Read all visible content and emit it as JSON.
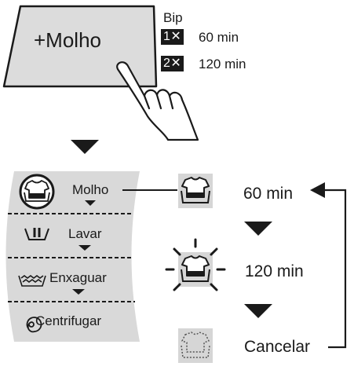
{
  "button": {
    "label": "+Molho"
  },
  "beeps": {
    "title": "Bip",
    "options": [
      {
        "badge": "1✕",
        "duration": "60 min"
      },
      {
        "badge": "2✕",
        "duration": "120 min"
      }
    ]
  },
  "panel": {
    "steps": [
      {
        "label": "Molho",
        "icon": "soak-shirt-icon"
      },
      {
        "label": "Lavar",
        "icon": "wash-tub-icon"
      },
      {
        "label": "Enxaguar",
        "icon": "rinse-icon"
      },
      {
        "label": "Centrifugar",
        "icon": "spin-icon"
      }
    ]
  },
  "sequence": [
    {
      "label": "60 min",
      "state": "on"
    },
    {
      "label": "120 min",
      "state": "blinking"
    },
    {
      "label": "Cancelar",
      "state": "off"
    }
  ],
  "colors": {
    "ink": "#1a1a1a",
    "panel": "#d9d9d9",
    "icon_bg": "#d6d6d6",
    "button": "#dcdcdc"
  }
}
